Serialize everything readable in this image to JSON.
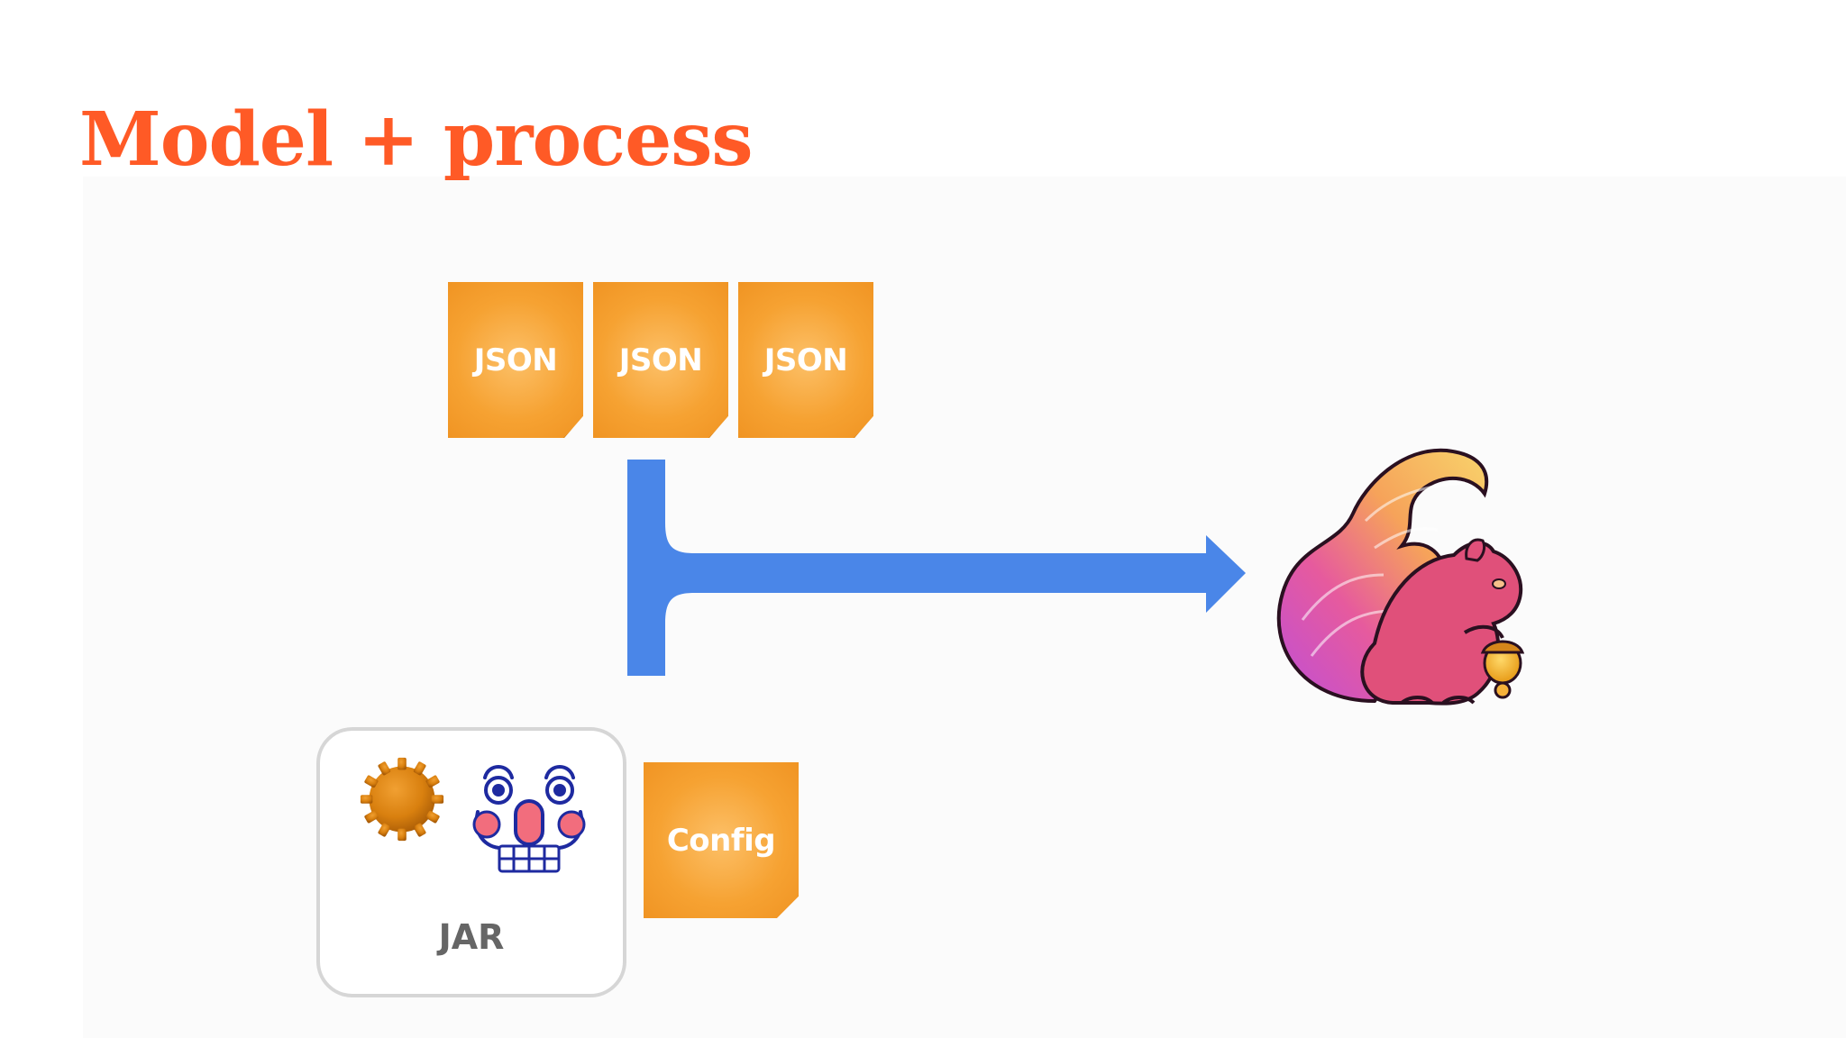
{
  "slide": {
    "title": "Model + process"
  },
  "inputs": {
    "json_notes": [
      {
        "label": "JSON"
      },
      {
        "label": "JSON"
      },
      {
        "label": "JSON"
      }
    ],
    "config_note": {
      "label": "Config"
    }
  },
  "jar": {
    "label": "JAR",
    "icons": [
      "gear-icon",
      "robot-face-icon"
    ]
  },
  "output": {
    "icon": "flink-squirrel-icon"
  },
  "arrow": {
    "icon": "merge-arrow-icon"
  },
  "colors": {
    "title": "#ff5a26",
    "note_fill": "#f6a232",
    "arrow": "#4a86e8",
    "jar_border": "#d6d6d6",
    "jar_label": "#666666"
  }
}
